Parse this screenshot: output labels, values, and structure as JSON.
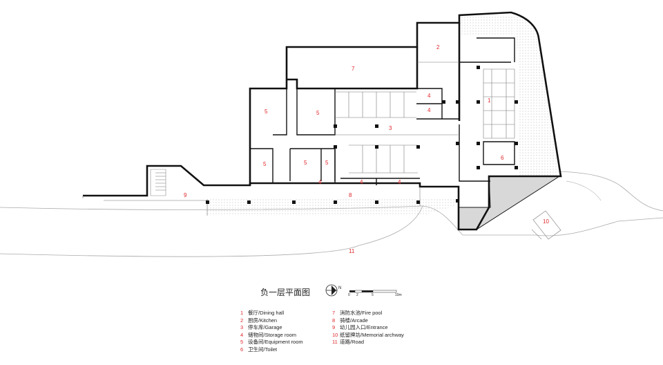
{
  "plan": {
    "title": "负一层平面图",
    "north_label": "N",
    "scale_ticks": [
      "0",
      "2",
      "5",
      "10m"
    ]
  },
  "room_labels": [
    {
      "id": "1",
      "text": "1"
    },
    {
      "id": "2",
      "text": "2"
    },
    {
      "id": "3",
      "text": "3"
    },
    {
      "id": "4a",
      "text": "4"
    },
    {
      "id": "4b",
      "text": "4"
    },
    {
      "id": "4c",
      "text": "4"
    },
    {
      "id": "4d",
      "text": "4"
    },
    {
      "id": "4e",
      "text": "4"
    },
    {
      "id": "5a",
      "text": "5"
    },
    {
      "id": "5b",
      "text": "5"
    },
    {
      "id": "5c",
      "text": "5"
    },
    {
      "id": "5d",
      "text": "5"
    },
    {
      "id": "5e",
      "text": "5"
    },
    {
      "id": "6",
      "text": "6"
    },
    {
      "id": "7",
      "text": "7"
    },
    {
      "id": "8",
      "text": "8"
    },
    {
      "id": "9",
      "text": "9"
    },
    {
      "id": "10",
      "text": "10"
    },
    {
      "id": "11",
      "text": "11"
    }
  ],
  "legend": {
    "left": [
      {
        "num": "1",
        "label": "餐厅/Dining hall"
      },
      {
        "num": "2",
        "label": "厨房/Kitchen"
      },
      {
        "num": "3",
        "label": "停车库/Garage"
      },
      {
        "num": "4",
        "label": "储物间/Storage room"
      },
      {
        "num": "5",
        "label": "设备间/Equipment room"
      },
      {
        "num": "6",
        "label": "卫生间/Toilet"
      }
    ],
    "right": [
      {
        "num": "7",
        "label": "消防水池/Fire pool"
      },
      {
        "num": "8",
        "label": "骑楼/Arcade"
      },
      {
        "num": "9",
        "label": "幼儿园入口/Entrance"
      },
      {
        "num": "10",
        "label": "纸留牌坊/Memorial archway"
      },
      {
        "num": "11",
        "label": "道路/Road"
      }
    ]
  },
  "colors": {
    "wall": "#111111",
    "label": "#e0262a",
    "hatch_fill": "#d8d8d8",
    "dotted": "#9a9a9a",
    "thin": "#777777"
  }
}
